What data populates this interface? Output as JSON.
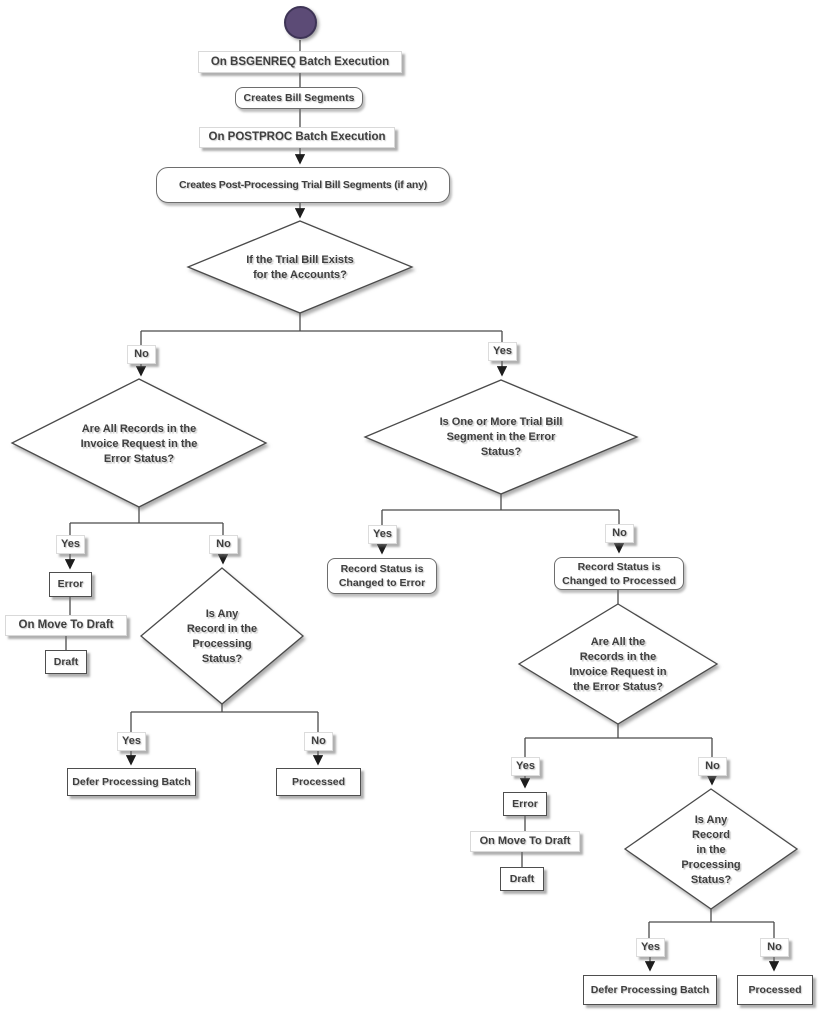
{
  "flowchart": {
    "colors": {
      "start_fill": "#5c4b76",
      "start_border": "#3e3456",
      "line": "#4a4a4a",
      "text": "#3f3f3f"
    },
    "edge_labels": {
      "yes": "Yes",
      "no": "No"
    },
    "nodes": {
      "on_bsgenreq": "On BSGENREQ Batch Execution",
      "creates_bill_segments": "Creates Bill Segments",
      "on_postproc": "On POSTPROC Batch Execution",
      "creates_post_processing": "Creates Post-Processing Trial Bill Segments (if any)",
      "trial_bill_exists": "If the Trial Bill Exists\nfor the Accounts?",
      "all_records_error_left": "Are All Records in the\nInvoice Request in the\nError Status?",
      "error_left": "Error",
      "on_move_to_draft_left": "On Move To Draft",
      "draft_left": "Draft",
      "any_record_processing_left": "Is Any\nRecord in the\nProcessing\nStatus?",
      "defer_processing_left": "Defer Processing Batch",
      "processed_left": "Processed",
      "one_or_more_error": "Is One or More Trial Bill\nSegment in the Error\nStatus?",
      "status_changed_error": "Record Status is\nChanged to Error",
      "status_changed_processed": "Record Status is\nChanged to Processed",
      "all_records_error_right": "Are All the\nRecords in the\nInvoice Request in\nthe Error Status?",
      "error_right": "Error",
      "on_move_to_draft_right": "On Move To Draft",
      "draft_right": "Draft",
      "any_record_processing_right": "Is Any\nRecord\nin the\nProcessing\nStatus?",
      "defer_processing_right": "Defer Processing Batch",
      "processed_right": "Processed"
    }
  }
}
